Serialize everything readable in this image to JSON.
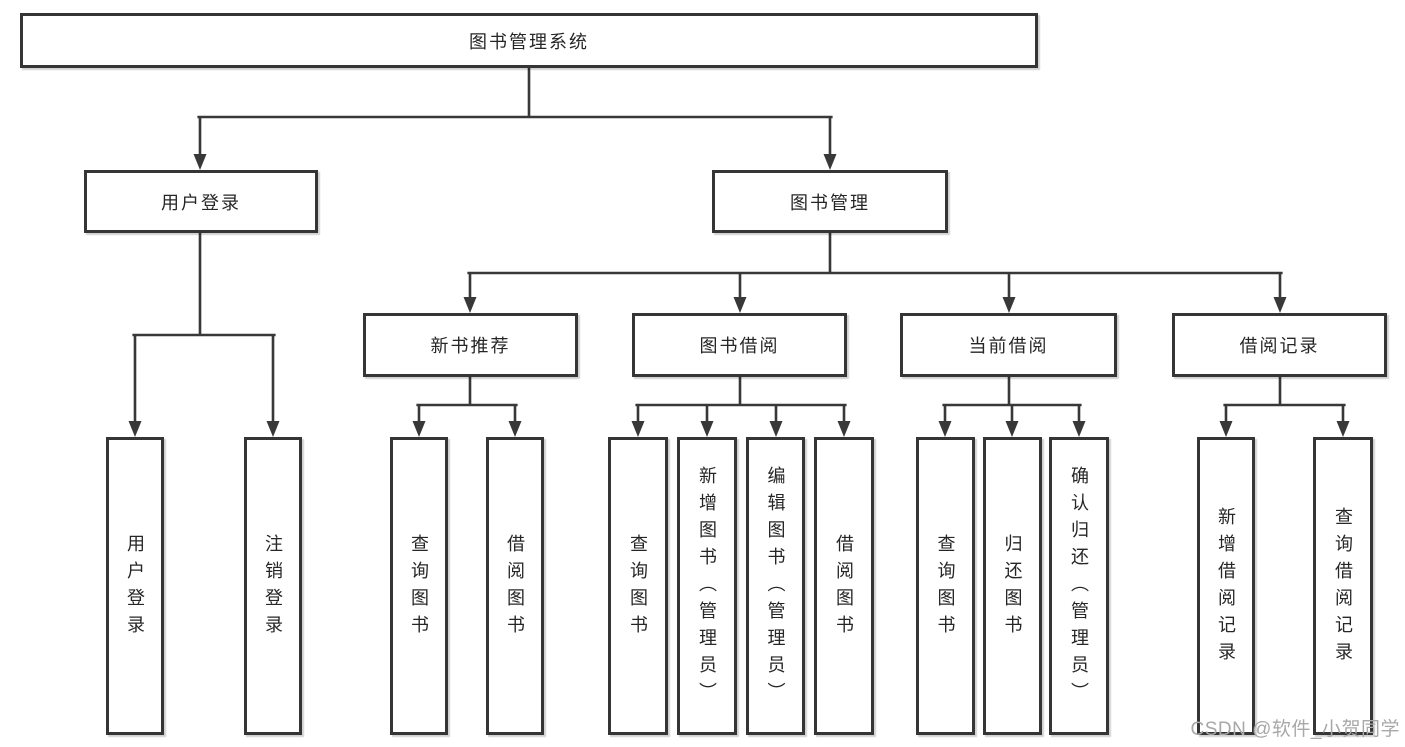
{
  "diagram": {
    "root": {
      "label": "图书管理系统"
    },
    "level2": [
      {
        "id": "user-login",
        "label": "用户登录"
      },
      {
        "id": "book-management",
        "label": "图书管理"
      }
    ],
    "level3": [
      {
        "id": "new-book-recommend",
        "label": "新书推荐"
      },
      {
        "id": "book-borrow",
        "label": "图书借阅"
      },
      {
        "id": "current-borrow",
        "label": "当前借阅"
      },
      {
        "id": "borrow-records",
        "label": "借阅记录"
      }
    ],
    "level4_groups": [
      {
        "parent": "用户登录",
        "items": [
          {
            "label": "用户登录"
          },
          {
            "label": "注销登录"
          }
        ]
      },
      {
        "parent": "新书推荐",
        "items": [
          {
            "label": "查询图书"
          },
          {
            "label": "借阅图书"
          }
        ]
      },
      {
        "parent": "图书借阅",
        "items": [
          {
            "label": "查询图书"
          },
          {
            "label": "新增图书（管理员）"
          },
          {
            "label": "编辑图书（管理员）"
          },
          {
            "label": "借阅图书"
          }
        ]
      },
      {
        "parent": "当前借阅",
        "items": [
          {
            "label": "查询图书"
          },
          {
            "label": "归还图书"
          },
          {
            "label": "确认归还（管理员）"
          }
        ]
      },
      {
        "parent": "借阅记录",
        "items": [
          {
            "label": "新增借阅记录"
          },
          {
            "label": "查询借阅记录"
          }
        ]
      }
    ]
  },
  "watermark": {
    "text": "CSDN @软件_小贺同学"
  },
  "colors": {
    "background": "#ffffff",
    "line": "#383838",
    "box_border": "#353535",
    "box_fill": "#ffffff",
    "text": "#262626",
    "watermark": "#a8a8a8"
  }
}
